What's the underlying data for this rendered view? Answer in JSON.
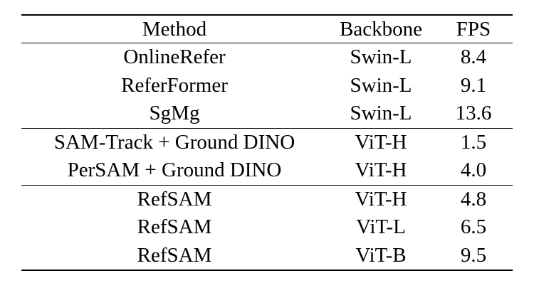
{
  "table": {
    "headers": [
      "Method",
      "Backbone",
      "FPS"
    ],
    "groups": [
      {
        "rows": [
          {
            "method": "OnlineRefer",
            "backbone": "Swin-L",
            "fps": "8.4"
          },
          {
            "method": "ReferFormer",
            "backbone": "Swin-L",
            "fps": "9.1"
          },
          {
            "method": "SgMg",
            "backbone": "Swin-L",
            "fps": "13.6"
          }
        ]
      },
      {
        "rows": [
          {
            "method": "SAM-Track + Ground DINO",
            "backbone": "ViT-H",
            "fps": "1.5"
          },
          {
            "method": "PerSAM + Ground DINO",
            "backbone": "ViT-H",
            "fps": "4.0"
          }
        ]
      },
      {
        "rows": [
          {
            "method": "RefSAM",
            "backbone": "ViT-H",
            "fps": "4.8"
          },
          {
            "method": "RefSAM",
            "backbone": "ViT-L",
            "fps": "6.5"
          },
          {
            "method": "RefSAM",
            "backbone": "ViT-B",
            "fps": "9.5"
          }
        ]
      }
    ]
  }
}
